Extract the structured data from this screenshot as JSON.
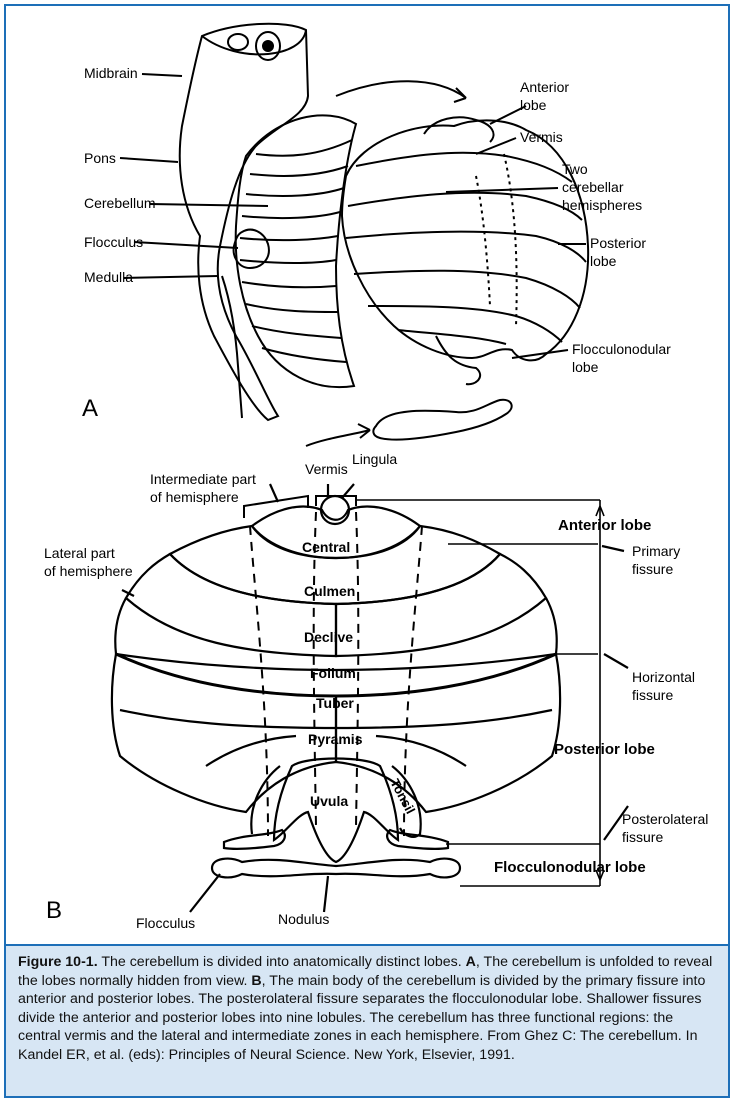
{
  "panel_a": {
    "letter": "A",
    "labels": {
      "midbrain": "Midbrain",
      "pons": "Pons",
      "cerebellum": "Cerebellum",
      "flocculus": "Flocculus",
      "medulla": "Medulla",
      "anterior_lobe_1": "Anterior",
      "anterior_lobe_2": "lobe",
      "vermis": "Vermis",
      "two_hemis_1": "Two",
      "two_hemis_2": "cerebellar",
      "two_hemis_3": "hemispheres",
      "posterior_lobe_1": "Posterior",
      "posterior_lobe_2": "lobe",
      "flocculonodular_1": "Flocculonodular",
      "flocculonodular_2": "lobe"
    }
  },
  "panel_b": {
    "letter": "B",
    "labels": {
      "vermis": "Vermis",
      "lingula": "Lingula",
      "intermediate_1": "Intermediate part",
      "intermediate_2": "of hemisphere",
      "lateral_1": "Lateral part",
      "lateral_2": "of hemisphere",
      "anterior_lobe": "Anterior lobe",
      "primary_fissure_1": "Primary",
      "primary_fissure_2": "fissure",
      "central": "Central",
      "culmen": "Culmen",
      "declive": "Declive",
      "folium": "Folium",
      "tuber": "Tuber",
      "pyramis": "Pyramis",
      "uvula": "Uvula",
      "tonsil": "Tonsil",
      "horizontal_fissure_1": "Horizontal",
      "horizontal_fissure_2": "fissure",
      "posterior_lobe": "Posterior lobe",
      "posterolateral_1": "Posterolateral",
      "posterolateral_2": "fissure",
      "flocculonodular_lobe": "Flocculonodular lobe",
      "flocculus": "Flocculus",
      "nodulus": "Nodulus"
    }
  },
  "caption": {
    "title": "Figure 10-1.",
    "s1": " The cerebellum is divided into anatomically distinct lobes. ",
    "a": "A",
    "s2": ", The cerebellum is unfolded to reveal the lobes normally hidden from view. ",
    "b": "B",
    "s3": ", The main body of the cerebellum is divided by the primary fissure into anterior and posterior lobes. The posterolateral fissure separates the flocculonodular lobe. Shallower fissures divide the anterior and posterior lobes into nine lobules. The cerebellum has three functional regions: the central vermis and the lateral and intermediate zones in each hemisphere. From Ghez C: The cerebellum. In Kandel ER, et al. (eds): Principles of Neural Science. New York, Elsevier, 1991."
  },
  "colors": {
    "border": "#1d6fb8",
    "caption_bg": "#d7e6f4"
  }
}
